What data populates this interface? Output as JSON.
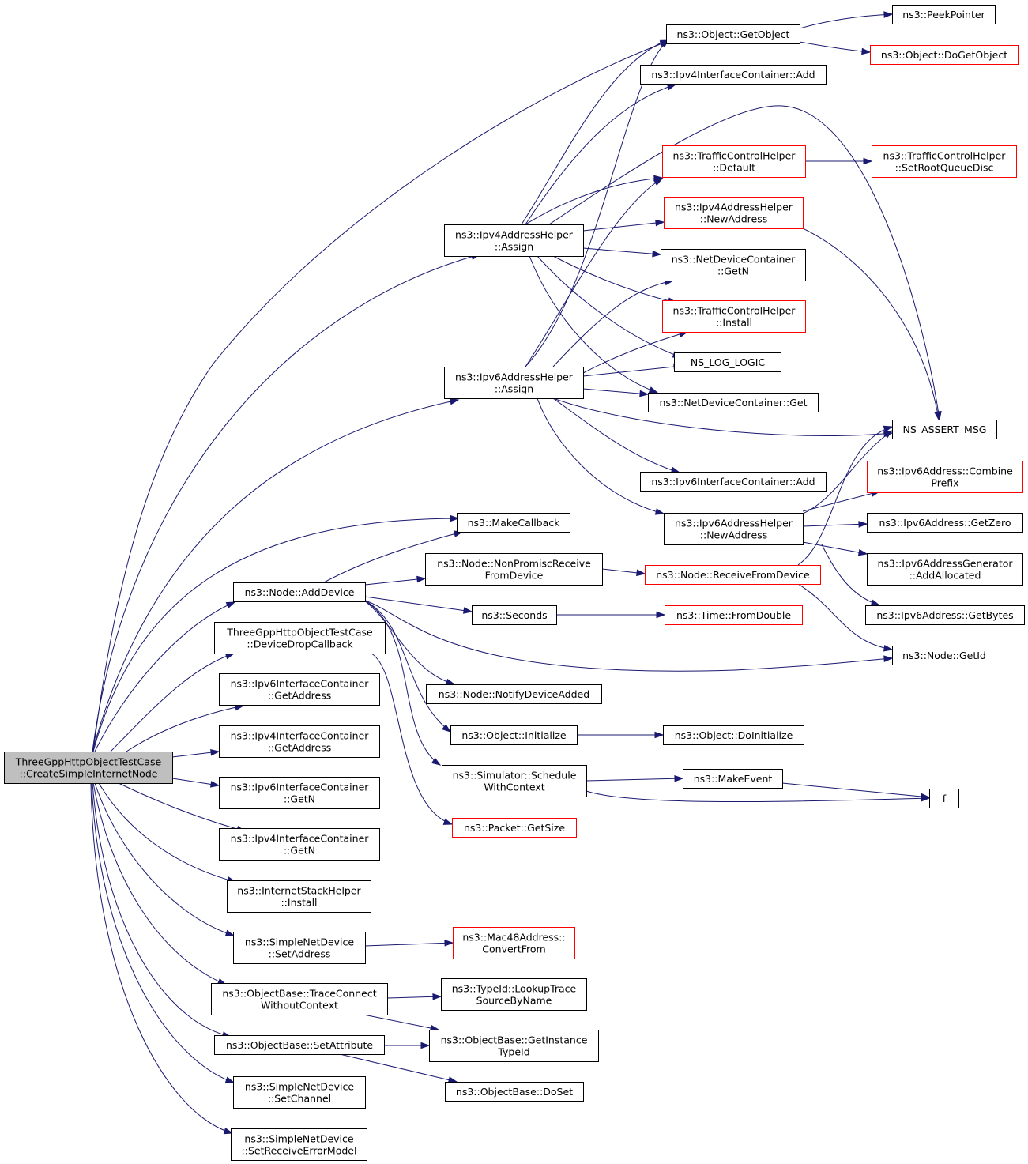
{
  "graph": {
    "kind": "call graph",
    "nodes": [
      {
        "id": "root",
        "lines": [
          "ThreeGppHttpObjectTestCase",
          "::CreateSimpleInternetNode"
        ],
        "style": "root"
      },
      {
        "id": "getobject",
        "lines": [
          "ns3::Object::GetObject"
        ],
        "style": "black"
      },
      {
        "id": "peekpointer",
        "lines": [
          "ns3::PeekPointer"
        ],
        "style": "black"
      },
      {
        "id": "dogetobject",
        "lines": [
          "ns3::Object::DoGetObject"
        ],
        "style": "red"
      },
      {
        "id": "ipv4ic_add",
        "lines": [
          "ns3::Ipv4InterfaceContainer::Add"
        ],
        "style": "black"
      },
      {
        "id": "tch_default",
        "lines": [
          "ns3::TrafficControlHelper",
          "::Default"
        ],
        "style": "red"
      },
      {
        "id": "tch_setroot",
        "lines": [
          "ns3::TrafficControlHelper",
          "::SetRootQueueDisc"
        ],
        "style": "red"
      },
      {
        "id": "ipv4ah_newaddr",
        "lines": [
          "ns3::Ipv4AddressHelper",
          "::NewAddress"
        ],
        "style": "red"
      },
      {
        "id": "ipv4ah_assign",
        "lines": [
          "ns3::Ipv4AddressHelper",
          "::Assign"
        ],
        "style": "black"
      },
      {
        "id": "ndc_getn",
        "lines": [
          "ns3::NetDeviceContainer",
          "::GetN"
        ],
        "style": "black"
      },
      {
        "id": "tch_install",
        "lines": [
          "ns3::TrafficControlHelper",
          "::Install"
        ],
        "style": "red"
      },
      {
        "id": "ns_log_logic",
        "lines": [
          "NS_LOG_LOGIC"
        ],
        "style": "black"
      },
      {
        "id": "ipv6ah_assign",
        "lines": [
          "ns3::Ipv6AddressHelper",
          "::Assign"
        ],
        "style": "black"
      },
      {
        "id": "ndc_get",
        "lines": [
          "ns3::NetDeviceContainer::Get"
        ],
        "style": "black"
      },
      {
        "id": "ns_assert_msg",
        "lines": [
          "NS_ASSERT_MSG"
        ],
        "style": "black"
      },
      {
        "id": "ipv6ic_add",
        "lines": [
          "ns3::Ipv6InterfaceContainer::Add"
        ],
        "style": "black"
      },
      {
        "id": "ipv6addr_combine",
        "lines": [
          "ns3::Ipv6Address::Combine",
          "Prefix"
        ],
        "style": "red"
      },
      {
        "id": "makecallback",
        "lines": [
          "ns3::MakeCallback"
        ],
        "style": "black"
      },
      {
        "id": "ipv6ah_newaddr",
        "lines": [
          "ns3::Ipv6AddressHelper",
          "::NewAddress"
        ],
        "style": "black"
      },
      {
        "id": "ipv6addr_getzero",
        "lines": [
          "ns3::Ipv6Address::GetZero"
        ],
        "style": "black"
      },
      {
        "id": "node_nonpromisc",
        "lines": [
          "ns3::Node::NonPromiscReceive",
          "FromDevice"
        ],
        "style": "black"
      },
      {
        "id": "ipv6gen_addalloc",
        "lines": [
          "ns3::Ipv6AddressGenerator",
          "::AddAllocated"
        ],
        "style": "black"
      },
      {
        "id": "node_recvfromdev",
        "lines": [
          "ns3::Node::ReceiveFromDevice"
        ],
        "style": "red"
      },
      {
        "id": "node_adddevice",
        "lines": [
          "ns3::Node::AddDevice"
        ],
        "style": "black"
      },
      {
        "id": "seconds",
        "lines": [
          "ns3::Seconds"
        ],
        "style": "black"
      },
      {
        "id": "time_fromdouble",
        "lines": [
          "ns3::Time::FromDouble"
        ],
        "style": "red"
      },
      {
        "id": "ipv6addr_getbytes",
        "lines": [
          "ns3::Ipv6Address::GetBytes"
        ],
        "style": "black"
      },
      {
        "id": "devicedropcb",
        "lines": [
          "ThreeGppHttpObjectTestCase",
          "::DeviceDropCallback"
        ],
        "style": "black"
      },
      {
        "id": "node_getid",
        "lines": [
          "ns3::Node::GetId"
        ],
        "style": "black"
      },
      {
        "id": "ipv6ic_getaddr",
        "lines": [
          "ns3::Ipv6InterfaceContainer",
          "::GetAddress"
        ],
        "style": "black"
      },
      {
        "id": "node_notifyadded",
        "lines": [
          "ns3::Node::NotifyDeviceAdded"
        ],
        "style": "black"
      },
      {
        "id": "object_initialize",
        "lines": [
          "ns3::Object::Initialize"
        ],
        "style": "black"
      },
      {
        "id": "object_doinitialize",
        "lines": [
          "ns3::Object::DoInitialize"
        ],
        "style": "black"
      },
      {
        "id": "ipv4ic_getaddr",
        "lines": [
          "ns3::Ipv4InterfaceContainer",
          "::GetAddress"
        ],
        "style": "black"
      },
      {
        "id": "sim_schedwctx",
        "lines": [
          "ns3::Simulator::Schedule",
          "WithContext"
        ],
        "style": "black"
      },
      {
        "id": "makeevent",
        "lines": [
          "ns3::MakeEvent"
        ],
        "style": "black"
      },
      {
        "id": "f",
        "lines": [
          "f"
        ],
        "style": "black"
      },
      {
        "id": "ipv6ic_getn",
        "lines": [
          "ns3::Ipv6InterfaceContainer",
          "::GetN"
        ],
        "style": "black"
      },
      {
        "id": "packet_getsize",
        "lines": [
          "ns3::Packet::GetSize"
        ],
        "style": "red"
      },
      {
        "id": "ipv4ic_getn",
        "lines": [
          "ns3::Ipv4InterfaceContainer",
          "::GetN"
        ],
        "style": "black"
      },
      {
        "id": "ish_install",
        "lines": [
          "ns3::InternetStackHelper",
          "::Install"
        ],
        "style": "black"
      },
      {
        "id": "snd_setaddress",
        "lines": [
          "ns3::SimpleNetDevice",
          "::SetAddress"
        ],
        "style": "black"
      },
      {
        "id": "mac48_convertfrom",
        "lines": [
          "ns3::Mac48Address::",
          "ConvertFrom"
        ],
        "style": "red"
      },
      {
        "id": "ob_traceconnect",
        "lines": [
          "ns3::ObjectBase::TraceConnect",
          "WithoutContext"
        ],
        "style": "black"
      },
      {
        "id": "typeid_lookup",
        "lines": [
          "ns3::TypeId::LookupTrace",
          "SourceByName"
        ],
        "style": "black"
      },
      {
        "id": "ob_setattribute",
        "lines": [
          "ns3::ObjectBase::SetAttribute"
        ],
        "style": "black"
      },
      {
        "id": "ob_getinstancetypeid",
        "lines": [
          "ns3::ObjectBase::GetInstance",
          "TypeId"
        ],
        "style": "black"
      },
      {
        "id": "snd_setchannel",
        "lines": [
          "ns3::SimpleNetDevice",
          "::SetChannel"
        ],
        "style": "black"
      },
      {
        "id": "ob_doset",
        "lines": [
          "ns3::ObjectBase::DoSet"
        ],
        "style": "black"
      },
      {
        "id": "snd_setrecverr",
        "lines": [
          "ns3::SimpleNetDevice",
          "::SetReceiveErrorModel"
        ],
        "style": "black"
      }
    ],
    "edges": [
      [
        "root",
        "getobject"
      ],
      [
        "root",
        "ipv4ah_assign"
      ],
      [
        "root",
        "ipv6ah_assign"
      ],
      [
        "root",
        "makecallback"
      ],
      [
        "root",
        "node_adddevice"
      ],
      [
        "root",
        "devicedropcb"
      ],
      [
        "root",
        "ipv6ic_getaddr"
      ],
      [
        "root",
        "ipv4ic_getaddr"
      ],
      [
        "root",
        "ipv6ic_getn"
      ],
      [
        "root",
        "ipv4ic_getn"
      ],
      [
        "root",
        "ish_install"
      ],
      [
        "root",
        "snd_setaddress"
      ],
      [
        "root",
        "ob_traceconnect"
      ],
      [
        "root",
        "ob_setattribute"
      ],
      [
        "root",
        "snd_setchannel"
      ],
      [
        "root",
        "snd_setrecverr"
      ],
      [
        "getobject",
        "peekpointer"
      ],
      [
        "getobject",
        "dogetobject"
      ],
      [
        "tch_default",
        "tch_setroot"
      ],
      [
        "ipv4ah_assign",
        "getobject"
      ],
      [
        "ipv4ah_assign",
        "ipv4ic_add"
      ],
      [
        "ipv4ah_assign",
        "ns_assert_msg"
      ],
      [
        "ipv4ah_assign",
        "tch_default"
      ],
      [
        "ipv4ah_assign",
        "ipv4ah_newaddr"
      ],
      [
        "ipv4ah_assign",
        "ndc_getn"
      ],
      [
        "ipv4ah_assign",
        "tch_install"
      ],
      [
        "ipv4ah_assign",
        "ns_log_logic"
      ],
      [
        "ipv4ah_assign",
        "ndc_get"
      ],
      [
        "ipv4ah_newaddr",
        "ns_assert_msg"
      ],
      [
        "ipv6ah_assign",
        "getobject"
      ],
      [
        "ipv6ah_assign",
        "tch_default"
      ],
      [
        "ipv6ah_assign",
        "ndc_getn"
      ],
      [
        "ipv6ah_assign",
        "tch_install"
      ],
      [
        "ipv6ah_assign",
        "ns_log_logic"
      ],
      [
        "ipv6ah_assign",
        "ndc_get"
      ],
      [
        "ipv6ah_assign",
        "ns_assert_msg"
      ],
      [
        "ipv6ah_assign",
        "ipv6ic_add"
      ],
      [
        "ipv6ah_assign",
        "ipv6ah_newaddr"
      ],
      [
        "ipv6ah_newaddr",
        "ns_assert_msg"
      ],
      [
        "ipv6ah_newaddr",
        "ipv6addr_combine"
      ],
      [
        "ipv6ah_newaddr",
        "ipv6addr_getzero"
      ],
      [
        "ipv6ah_newaddr",
        "ipv6gen_addalloc"
      ],
      [
        "ipv6ah_newaddr",
        "ipv6addr_getbytes"
      ],
      [
        "node_adddevice",
        "makecallback"
      ],
      [
        "node_adddevice",
        "node_nonpromisc"
      ],
      [
        "node_adddevice",
        "seconds"
      ],
      [
        "node_adddevice",
        "node_getid"
      ],
      [
        "node_adddevice",
        "node_notifyadded"
      ],
      [
        "node_adddevice",
        "object_initialize"
      ],
      [
        "node_adddevice",
        "sim_schedwctx"
      ],
      [
        "node_nonpromisc",
        "node_recvfromdev"
      ],
      [
        "node_recvfromdev",
        "ns_assert_msg"
      ],
      [
        "node_recvfromdev",
        "node_getid"
      ],
      [
        "seconds",
        "time_fromdouble"
      ],
      [
        "devicedropcb",
        "packet_getsize"
      ],
      [
        "object_initialize",
        "object_doinitialize"
      ],
      [
        "sim_schedwctx",
        "makeevent"
      ],
      [
        "sim_schedwctx",
        "f"
      ],
      [
        "makeevent",
        "f"
      ],
      [
        "snd_setaddress",
        "mac48_convertfrom"
      ],
      [
        "ob_traceconnect",
        "typeid_lookup"
      ],
      [
        "ob_traceconnect",
        "ob_getinstancetypeid"
      ],
      [
        "ob_setattribute",
        "ob_getinstancetypeid"
      ],
      [
        "ob_setattribute",
        "ob_doset"
      ]
    ]
  },
  "colors": {
    "edge": "#191970",
    "node_border": "#000000",
    "node_border_red": "#ff0000",
    "root_fill": "#bfbfbf",
    "node_fill": "#ffffff"
  }
}
